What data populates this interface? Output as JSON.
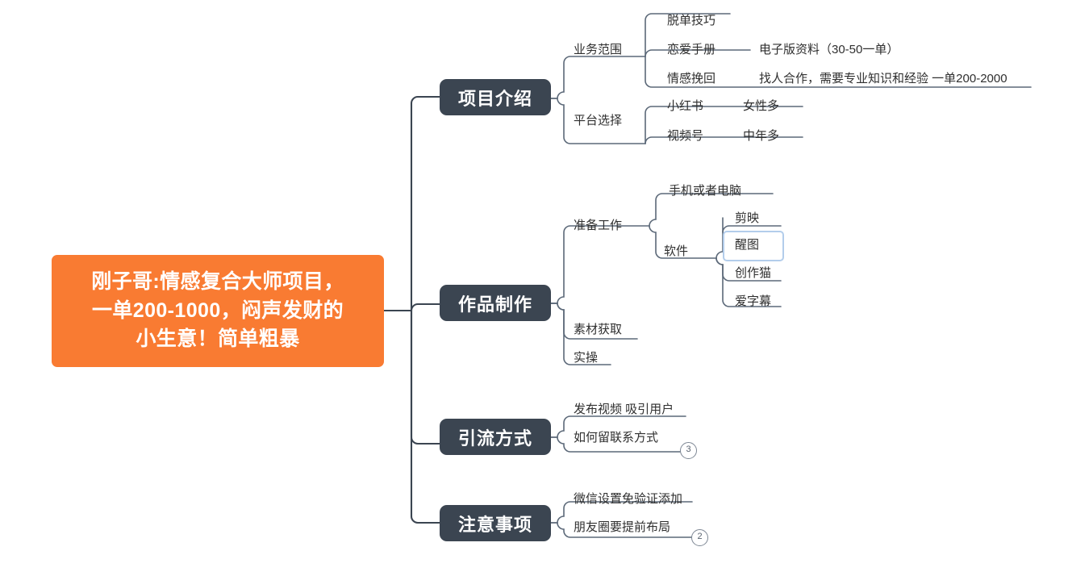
{
  "colors": {
    "root_fill": "#f97b32",
    "root_text": "#ffffff",
    "branch_fill": "#3b4551",
    "branch_text": "#ffffff",
    "node_text": "#2f2f2f",
    "connector": "#3b4551",
    "sub_connector": "#6b7889",
    "selection": "#b3cdeb",
    "background": "#ffffff"
  },
  "root": {
    "line1": "刚子哥:情感复合大师项目，",
    "line2": "一单200-1000，闷声发财的",
    "line3": "小生意！简单粗暴"
  },
  "branches": [
    {
      "label": "项目介绍",
      "children": [
        {
          "label": "业务范围",
          "children": [
            {
              "label": "脱单技巧",
              "detail": ""
            },
            {
              "label": "恋爱手册",
              "detail": "电子版资料（30-50一单）"
            },
            {
              "label": "情感挽回",
              "detail": "找人合作，需要专业知识和经验  一单200-2000"
            }
          ]
        },
        {
          "label": "平台选择",
          "children": [
            {
              "label": "小红书",
              "detail": "女性多"
            },
            {
              "label": "视频号",
              "detail": "中年多"
            }
          ]
        }
      ]
    },
    {
      "label": "作品制作",
      "children": [
        {
          "label": "准备工作",
          "children": [
            {
              "label": "手机或者电脑",
              "detail": ""
            },
            {
              "label": "软件",
              "detail": "",
              "children": [
                {
                  "label": "剪映"
                },
                {
                  "label": "醒图",
                  "selected": true
                },
                {
                  "label": "创作猫"
                },
                {
                  "label": "爱字幕"
                }
              ]
            }
          ]
        },
        {
          "label": "素材获取",
          "children": []
        },
        {
          "label": "实操",
          "children": []
        }
      ]
    },
    {
      "label": "引流方式",
      "children": [
        {
          "label": "发布视频 吸引用户",
          "children": []
        },
        {
          "label": "如何留联系方式",
          "children": [],
          "badge": "3"
        }
      ]
    },
    {
      "label": "注意事项",
      "children": [
        {
          "label": "微信设置免验证添加",
          "children": []
        },
        {
          "label": "朋友圈要提前布局",
          "children": [],
          "badge": "2"
        }
      ]
    }
  ],
  "nodes": {
    "b0": "项目介绍",
    "b1": "作品制作",
    "b2": "引流方式",
    "b3": "注意事项",
    "n_ywfw": "业务范围",
    "n_ptxz": "平台选择",
    "n_tdjq": "脱单技巧",
    "n_lash": "恋爱手册",
    "n_lash_d": "电子版资料（30-50一单）",
    "n_qgwh": "情感挽回",
    "n_qgwh_d": "找人合作，需要专业知识和经验  一单200-2000",
    "n_xhs": "小红书",
    "n_xhs_d": "女性多",
    "n_sph": "视频号",
    "n_sph_d": "中年多",
    "n_zbgz": "准备工作",
    "n_sjdn": "手机或者电脑",
    "n_rj": "软件",
    "n_jy": "剪映",
    "n_xt": "醒图",
    "n_czm": "创作猫",
    "n_azm": "爱字幕",
    "n_scqq": "素材获取",
    "n_sc": "实操",
    "n_fbsp": "发布视频 吸引用户",
    "n_hlls": "如何留联系方式",
    "n_wxsz": "微信设置免验证添加",
    "n_pyq": "朋友圈要提前布局",
    "badge_yl": "3",
    "badge_zy": "2"
  }
}
